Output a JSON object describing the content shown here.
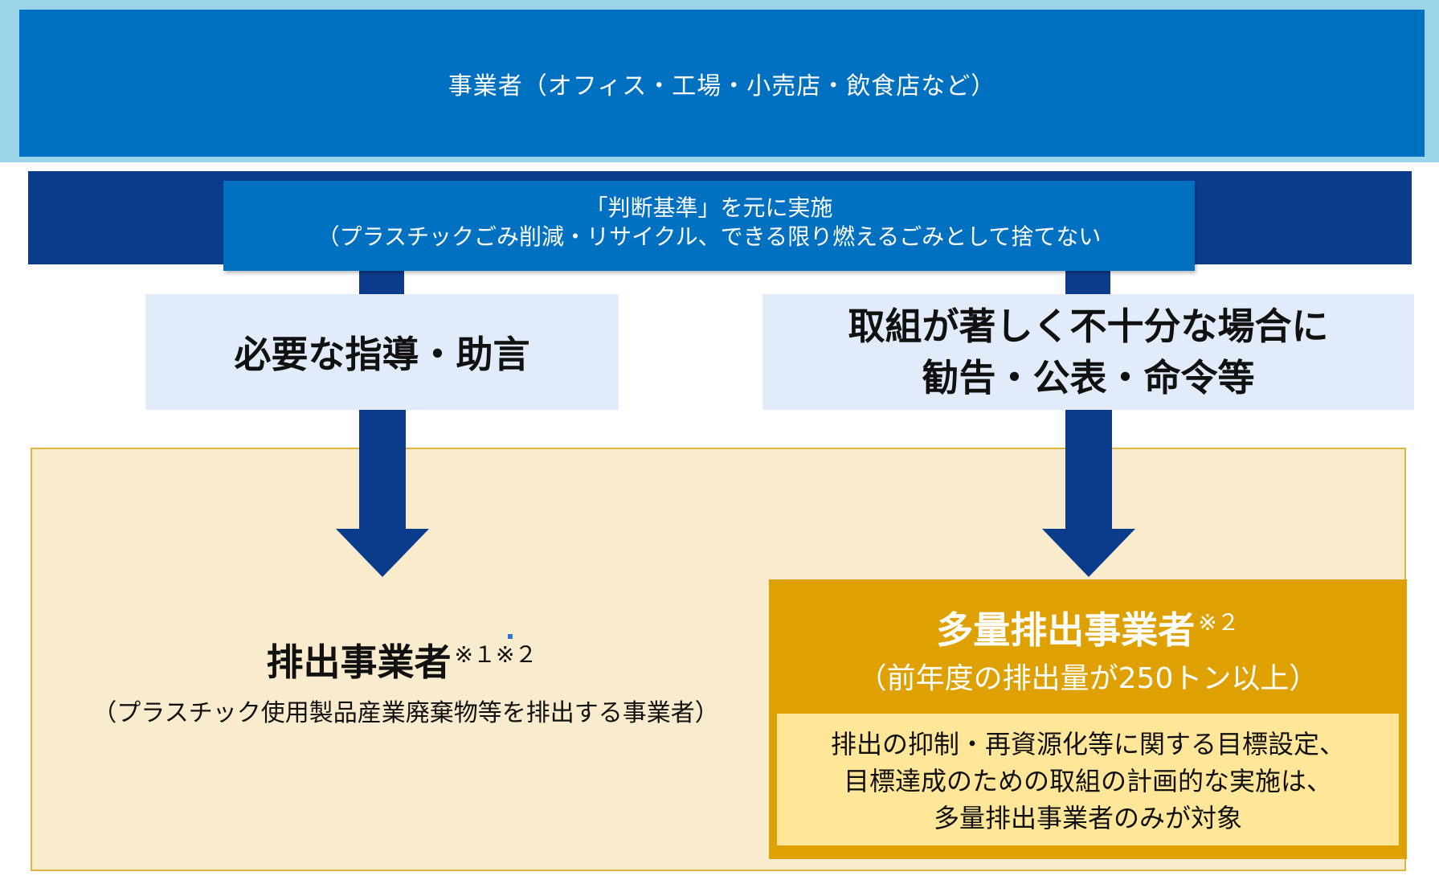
{
  "colors": {
    "top_band": "#9bd3e9",
    "top_box": "#0070c0",
    "navy": "#0b3c8c",
    "action_box": "#e2ebfa",
    "main_area": "#f9ebcd",
    "large_box": "#dfa002",
    "target_box": "#ffe699"
  },
  "header": {
    "title": "事業者（オフィス・工場・小売店・飲食店など）"
  },
  "criteria": {
    "line1": "「判断基準」を元に実施",
    "line2": "（プラスチックごみ削減・リサイクル、できる限り燃えるごみとして捨てない"
  },
  "actions": {
    "guidance": "必要な指導・助言",
    "sanction_line1": "取組が著しく不十分な場合に",
    "sanction_line2": "勧告・公表・命令等"
  },
  "emitter": {
    "title": "排出事業者",
    "note": "※１※２",
    "subtitle": "（プラスチック使用製品産業廃棄物等を排出する事業者）"
  },
  "large_emitter": {
    "title": "多量排出事業者",
    "note": "※２",
    "subtitle": "（前年度の排出量が250トン以上）",
    "target_line1": "排出の抑制・再資源化等に関する目標設定、",
    "target_line2": "目標達成のための取組の計画的な実施は、",
    "target_line3": "多量排出事業者のみが対象"
  }
}
